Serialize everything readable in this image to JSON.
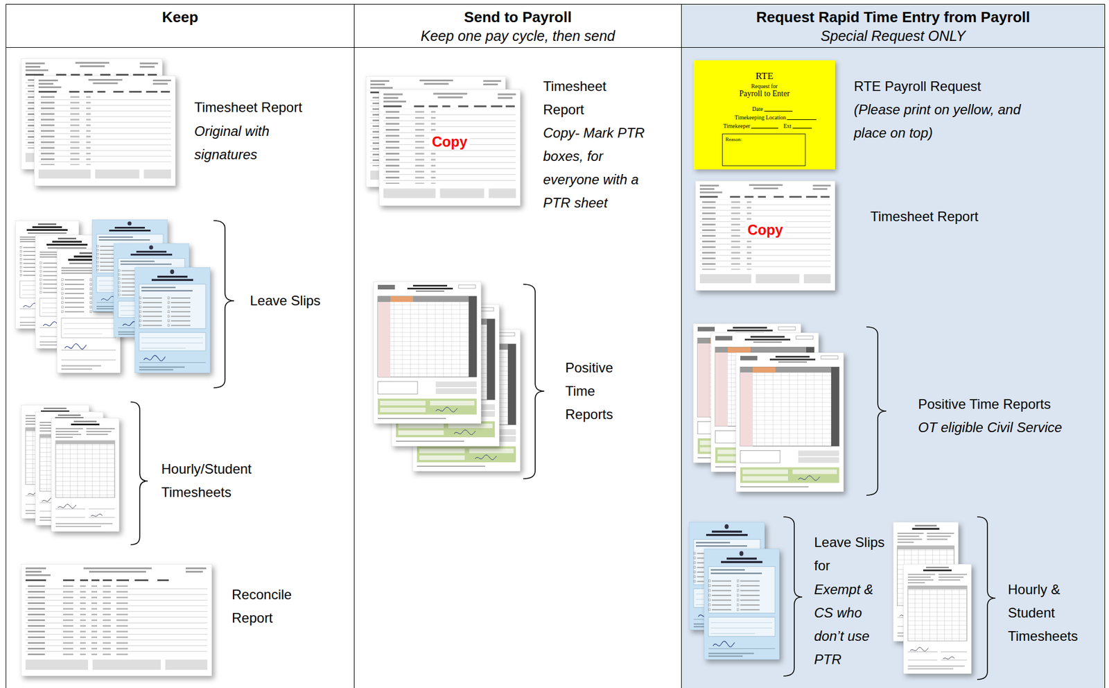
{
  "diagram": {
    "nodes": [
      {
        "text": [
          "Keep"
        ]
      },
      {
        "text": [
          "Send to Payroll",
          "Keep one pay cycle, then send"
        ]
      },
      {
        "text": [
          "Copy"
        ],
        "in": 1
      },
      {
        "text": [
          "Request Rapid Time Entry from Payroll",
          "Special Request ONLY"
        ]
      },
      {
        "text": [
          "RTE",
          "Request for",
          "Payroll to Enter",
          "Date",
          "Timekeeping Location",
          "Timekeeper",
          "Ext",
          "Reason:"
        ],
        "in": 3
      },
      {
        "text": [
          "Copy"
        ],
        "in": 3
      }
    ],
    "labels": [
      "Timesheet Report",
      "Original with signatures",
      "Leave Slips",
      "Hourly/Student Timesheets",
      "Reconcile Report",
      "Timesheet Report",
      "Copy- Mark PTR boxes, for everyone with a PTR sheet",
      "Positive Time Reports",
      "RTE Payroll Request",
      "(Please print on yellow, and place on top)",
      "Timesheet Report",
      "Positive Time Reports",
      "OT eligible Civil Service",
      "Leave Slips for",
      "Exempt & CS who don’t use PTR",
      "Hourly & Student Timesheets"
    ]
  }
}
